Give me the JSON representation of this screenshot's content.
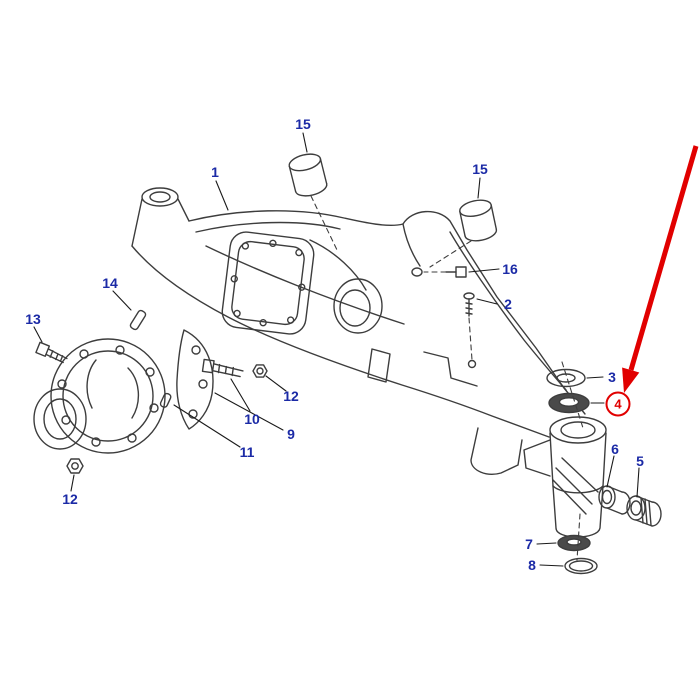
{
  "figure": {
    "type": "exploded-parts-diagram",
    "background": "#ffffff",
    "highlighted_part": "4",
    "callouts": [
      {
        "id": "15-top",
        "label": "15"
      },
      {
        "id": "1",
        "label": "1"
      },
      {
        "id": "15-right",
        "label": "15"
      },
      {
        "id": "16",
        "label": "16"
      },
      {
        "id": "2",
        "label": "2"
      },
      {
        "id": "14",
        "label": "14"
      },
      {
        "id": "13",
        "label": "13"
      },
      {
        "id": "3",
        "label": "3"
      },
      {
        "id": "4",
        "label": "4",
        "highlighted": true
      },
      {
        "id": "10",
        "label": "10"
      },
      {
        "id": "12-center",
        "label": "12"
      },
      {
        "id": "9",
        "label": "9"
      },
      {
        "id": "11",
        "label": "11"
      },
      {
        "id": "12-left",
        "label": "12"
      },
      {
        "id": "6",
        "label": "6"
      },
      {
        "id": "5",
        "label": "5"
      },
      {
        "id": "7",
        "label": "7"
      },
      {
        "id": "8",
        "label": "8"
      }
    ],
    "colors": {
      "callout_text": "#1b2aa6",
      "highlight": "#e10000",
      "line_art": "#3d3d3d"
    }
  }
}
